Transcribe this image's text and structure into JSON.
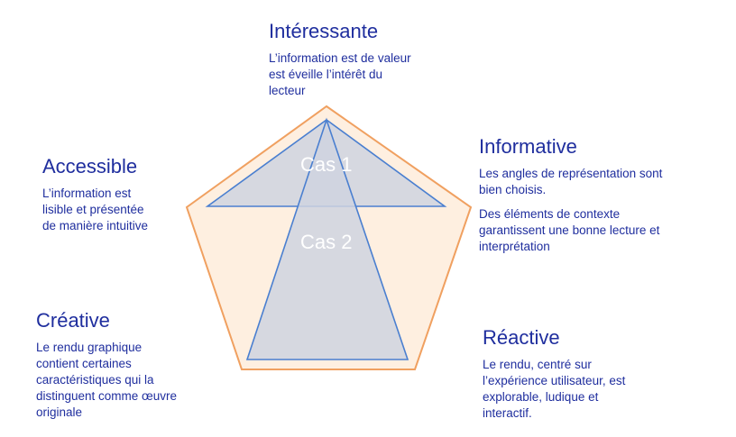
{
  "criteria": {
    "interessante": {
      "title": "Intéressante",
      "lines": [
        "L’information est de valeur",
        "est éveille l’intérêt du",
        "lecteur"
      ]
    },
    "informative": {
      "title": "Informative",
      "para1": [
        "Les angles de représentation sont",
        "bien choisis."
      ],
      "para2": [
        "Des éléments de contexte",
        "garantissent une bonne lecture et",
        "interprétation"
      ]
    },
    "accessible": {
      "title": "Accessible",
      "lines": [
        "L’information est",
        "lisible et présentée",
        "de manière intuitive"
      ]
    },
    "creative": {
      "title": "Créative",
      "lines": [
        "Le rendu graphique",
        "contient certaines",
        "caractéristiques qui la",
        "distinguent comme œuvre",
        "originale"
      ]
    },
    "reactive": {
      "title": "Réactive",
      "lines": [
        "Le rendu, centré sur",
        "l’expérience utilisateur, est",
        "explorable, ludique et",
        "interactif."
      ]
    }
  },
  "cases": {
    "case1": "Cas 1",
    "case2": "Cas 2"
  },
  "colors": {
    "pentagon_fill": "#fde9d6",
    "pentagon_stroke": "#f0a060",
    "triangle_fill": "#cfd4df",
    "triangle_stroke": "#4a7fd0",
    "text": "#1f2e9e"
  }
}
